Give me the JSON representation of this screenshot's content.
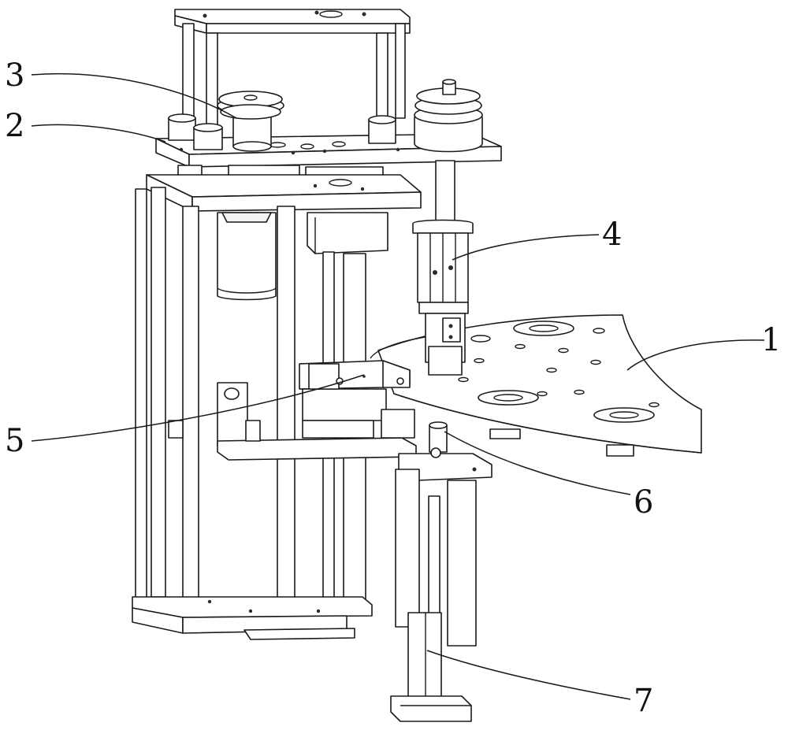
{
  "labels": [
    {
      "id": "1",
      "text": "1"
    },
    {
      "id": "2",
      "text": "2"
    },
    {
      "id": "3",
      "text": "3"
    },
    {
      "id": "4",
      "text": "4"
    },
    {
      "id": "5",
      "text": "5"
    },
    {
      "id": "6",
      "text": "6"
    },
    {
      "id": "7",
      "text": "7"
    }
  ],
  "colors": {
    "line": "#1a1a1a",
    "background": "#ffffff"
  }
}
